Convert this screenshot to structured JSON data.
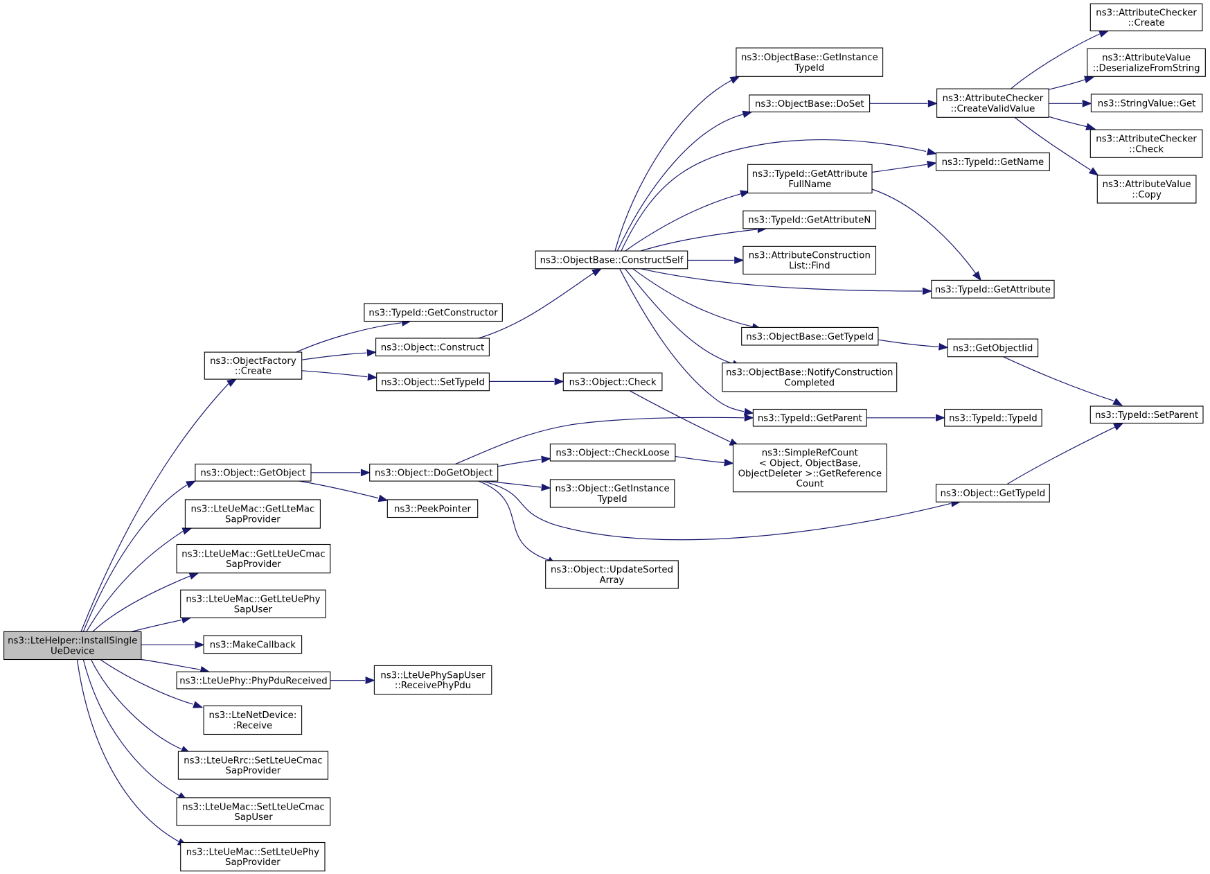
{
  "diagram": {
    "nodes": [
      {
        "id": "n1",
        "lines": [
          "ns3::LteHelper::InstallSingle",
          "UeDevice"
        ],
        "root": true
      },
      {
        "id": "n2",
        "lines": [
          "ns3::ObjectFactory",
          "::Create"
        ]
      },
      {
        "id": "n3",
        "lines": [
          "ns3::Object::GetObject"
        ]
      },
      {
        "id": "n4",
        "lines": [
          "ns3::LteUeMac::GetLteMac",
          "SapProvider"
        ]
      },
      {
        "id": "n5",
        "lines": [
          "ns3::LteUeMac::GetLteUeCmac",
          "SapProvider"
        ]
      },
      {
        "id": "n6",
        "lines": [
          "ns3::LteUeMac::GetLteUePhy",
          "SapUser"
        ]
      },
      {
        "id": "n7",
        "lines": [
          "ns3::MakeCallback"
        ]
      },
      {
        "id": "n8",
        "lines": [
          "ns3::LteUePhy::PhyPduReceived"
        ]
      },
      {
        "id": "n9",
        "lines": [
          "ns3::LteNetDevice:",
          ":Receive"
        ]
      },
      {
        "id": "n10",
        "lines": [
          "ns3::LteUeRrc::SetLteUeCmac",
          "SapProvider"
        ]
      },
      {
        "id": "n11",
        "lines": [
          "ns3::LteUeMac::SetLteUeCmac",
          "SapUser"
        ]
      },
      {
        "id": "n12",
        "lines": [
          "ns3::LteUeMac::SetLteUePhy",
          "SapProvider"
        ]
      },
      {
        "id": "n13",
        "lines": [
          "ns3::TypeId::GetConstructor"
        ]
      },
      {
        "id": "n14",
        "lines": [
          "ns3::Object::Construct"
        ]
      },
      {
        "id": "n15",
        "lines": [
          "ns3::Object::SetTypeId"
        ]
      },
      {
        "id": "n16",
        "lines": [
          "ns3::Object::DoGetObject"
        ]
      },
      {
        "id": "n17",
        "lines": [
          "ns3::PeekPointer"
        ]
      },
      {
        "id": "n18",
        "lines": [
          "ns3::LteUePhySapUser",
          "::ReceivePhyPdu"
        ]
      },
      {
        "id": "n19",
        "lines": [
          "ns3::ObjectBase::ConstructSelf"
        ]
      },
      {
        "id": "n20",
        "lines": [
          "ns3::Object::Check"
        ]
      },
      {
        "id": "n21",
        "lines": [
          "ns3::Object::CheckLoose"
        ]
      },
      {
        "id": "n22",
        "lines": [
          "ns3::Object::GetInstance",
          "TypeId"
        ]
      },
      {
        "id": "n23",
        "lines": [
          "ns3::Object::UpdateSorted",
          "Array"
        ]
      },
      {
        "id": "n24",
        "lines": [
          "ns3::ObjectBase::GetInstance",
          "TypeId"
        ]
      },
      {
        "id": "n25",
        "lines": [
          "ns3::ObjectBase::DoSet"
        ]
      },
      {
        "id": "n26",
        "lines": [
          "ns3::TypeId::GetAttribute",
          "FullName"
        ]
      },
      {
        "id": "n27",
        "lines": [
          "ns3::TypeId::GetAttributeN"
        ]
      },
      {
        "id": "n28",
        "lines": [
          "ns3::AttributeConstruction",
          "List::Find"
        ]
      },
      {
        "id": "n29",
        "lines": [
          "ns3::ObjectBase::GetTypeId"
        ]
      },
      {
        "id": "n30",
        "lines": [
          "ns3::ObjectBase::NotifyConstruction",
          "Completed"
        ]
      },
      {
        "id": "n31",
        "lines": [
          "ns3::TypeId::GetParent"
        ]
      },
      {
        "id": "n32",
        "lines": [
          "ns3::SimpleRefCount",
          "< Object, ObjectBase,",
          "ObjectDeleter >::GetReference",
          "Count"
        ]
      },
      {
        "id": "n33",
        "lines": [
          "ns3::AttributeChecker",
          "::CreateValidValue"
        ]
      },
      {
        "id": "n34",
        "lines": [
          "ns3::TypeId::GetName"
        ]
      },
      {
        "id": "n35",
        "lines": [
          "ns3::TypeId::GetAttribute"
        ]
      },
      {
        "id": "n36",
        "lines": [
          "ns3::GetObjectIid"
        ]
      },
      {
        "id": "n37",
        "lines": [
          "ns3::TypeId::TypeId"
        ]
      },
      {
        "id": "n38",
        "lines": [
          "ns3::Object::GetTypeId"
        ]
      },
      {
        "id": "n39",
        "lines": [
          "ns3::AttributeChecker",
          "::Create"
        ]
      },
      {
        "id": "n40",
        "lines": [
          "ns3::AttributeValue",
          "::DeserializeFromString"
        ]
      },
      {
        "id": "n41",
        "lines": [
          "ns3::StringValue::Get"
        ]
      },
      {
        "id": "n42",
        "lines": [
          "ns3::AttributeChecker",
          "::Check"
        ]
      },
      {
        "id": "n43",
        "lines": [
          "ns3::AttributeValue",
          "::Copy"
        ]
      },
      {
        "id": "n44",
        "lines": [
          "ns3::TypeId::SetParent"
        ]
      }
    ],
    "edges": [
      {
        "from": "n1",
        "to": "n2"
      },
      {
        "from": "n1",
        "to": "n3"
      },
      {
        "from": "n1",
        "to": "n4"
      },
      {
        "from": "n1",
        "to": "n5"
      },
      {
        "from": "n1",
        "to": "n6"
      },
      {
        "from": "n1",
        "to": "n7"
      },
      {
        "from": "n1",
        "to": "n8"
      },
      {
        "from": "n1",
        "to": "n9"
      },
      {
        "from": "n1",
        "to": "n10"
      },
      {
        "from": "n1",
        "to": "n11"
      },
      {
        "from": "n1",
        "to": "n12"
      },
      {
        "from": "n2",
        "to": "n13"
      },
      {
        "from": "n2",
        "to": "n14"
      },
      {
        "from": "n2",
        "to": "n15"
      },
      {
        "from": "n14",
        "to": "n19"
      },
      {
        "from": "n15",
        "to": "n20"
      },
      {
        "from": "n20",
        "to": "n32"
      },
      {
        "from": "n3",
        "to": "n16"
      },
      {
        "from": "n3",
        "to": "n17"
      },
      {
        "from": "n16",
        "to": "n31"
      },
      {
        "from": "n16",
        "to": "n21"
      },
      {
        "from": "n16",
        "to": "n22"
      },
      {
        "from": "n16",
        "to": "n23"
      },
      {
        "from": "n16",
        "to": "n38"
      },
      {
        "from": "n21",
        "to": "n32"
      },
      {
        "from": "n8",
        "to": "n18"
      },
      {
        "from": "n19",
        "to": "n24"
      },
      {
        "from": "n19",
        "to": "n25"
      },
      {
        "from": "n19",
        "to": "n34"
      },
      {
        "from": "n19",
        "to": "n26"
      },
      {
        "from": "n19",
        "to": "n27"
      },
      {
        "from": "n19",
        "to": "n28"
      },
      {
        "from": "n19",
        "to": "n35"
      },
      {
        "from": "n19",
        "to": "n29"
      },
      {
        "from": "n19",
        "to": "n30"
      },
      {
        "from": "n19",
        "to": "n31"
      },
      {
        "from": "n25",
        "to": "n33"
      },
      {
        "from": "n33",
        "to": "n39"
      },
      {
        "from": "n33",
        "to": "n40"
      },
      {
        "from": "n33",
        "to": "n41"
      },
      {
        "from": "n33",
        "to": "n42"
      },
      {
        "from": "n33",
        "to": "n43"
      },
      {
        "from": "n26",
        "to": "n34"
      },
      {
        "from": "n26",
        "to": "n35"
      },
      {
        "from": "n29",
        "to": "n36"
      },
      {
        "from": "n36",
        "to": "n44"
      },
      {
        "from": "n31",
        "to": "n37"
      },
      {
        "from": "n38",
        "to": "n44"
      }
    ]
  }
}
